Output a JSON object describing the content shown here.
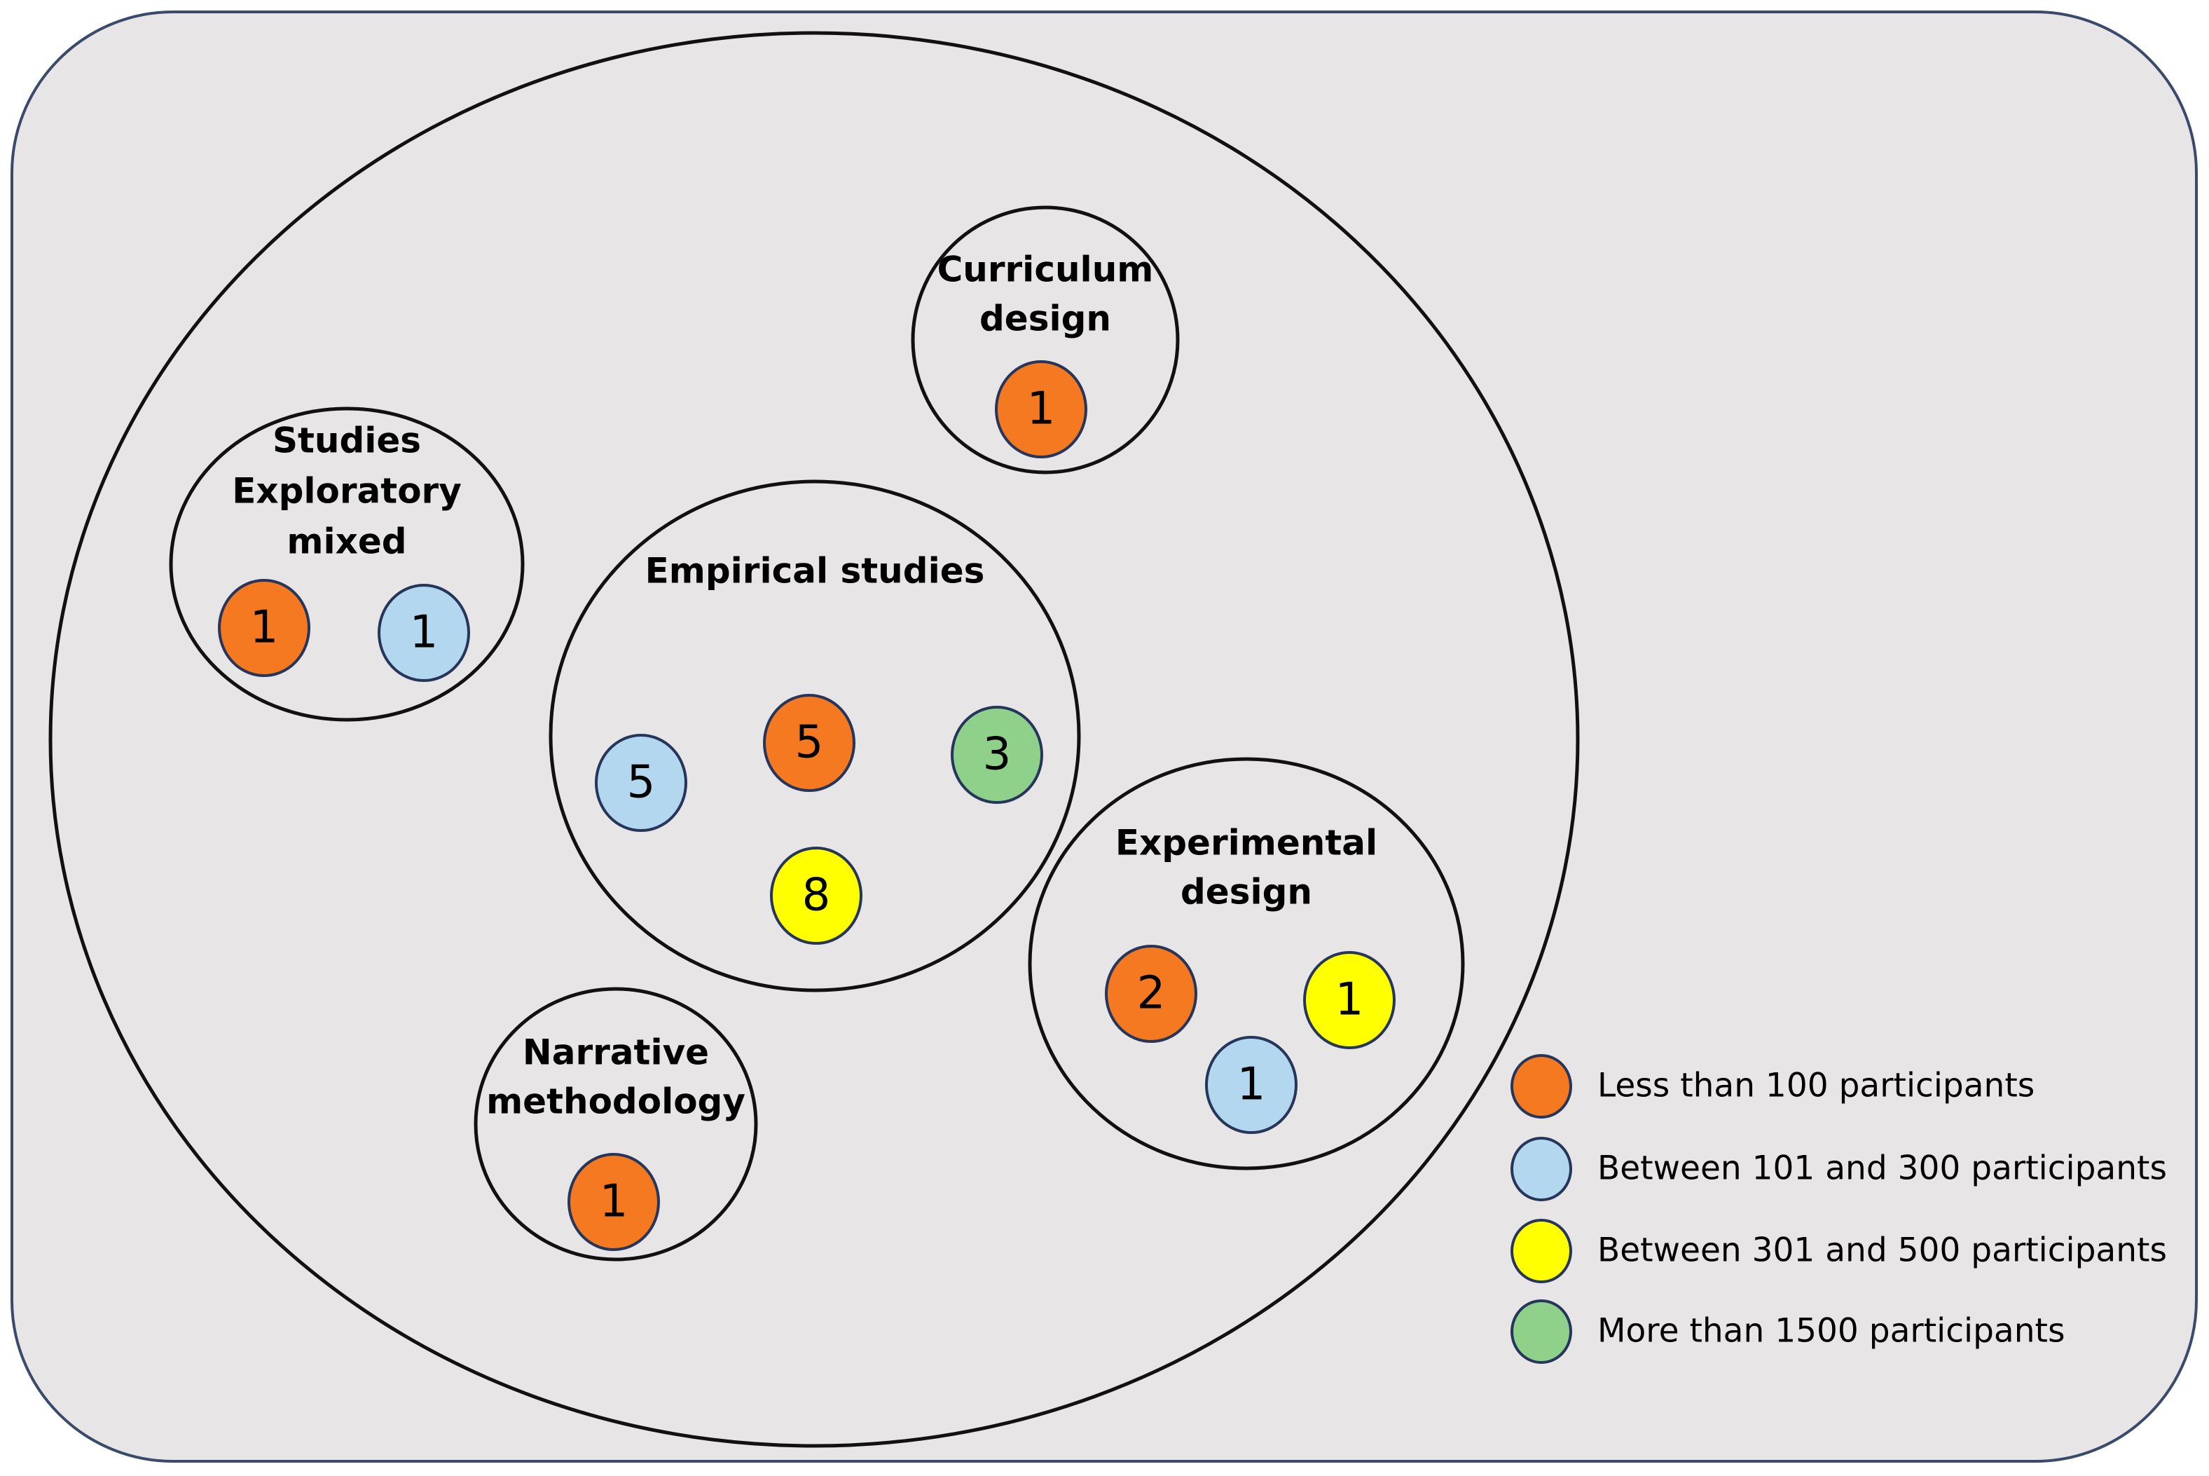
{
  "colors": {
    "background": "#e8e5e6",
    "border": "#3a4a6b",
    "less_than_100": "#f47920",
    "between_101_300": "#b3d7ee",
    "between_301_500": "#ffff00",
    "more_than_1500": "#8fd18a"
  },
  "groups": [
    {
      "key": "curriculum",
      "title": [
        "Curriculum",
        "design"
      ],
      "counts": [
        {
          "value": "1",
          "category": "less_than_100"
        }
      ]
    },
    {
      "key": "exploratory",
      "title": [
        "Studies",
        "Exploratory",
        "mixed"
      ],
      "counts": [
        {
          "value": "1",
          "category": "less_than_100"
        },
        {
          "value": "1",
          "category": "between_101_300"
        }
      ]
    },
    {
      "key": "empirical",
      "title": [
        "Empirical studies"
      ],
      "counts": [
        {
          "value": "5",
          "category": "between_101_300"
        },
        {
          "value": "5",
          "category": "less_than_100"
        },
        {
          "value": "3",
          "category": "more_than_1500"
        },
        {
          "value": "8",
          "category": "between_301_500"
        }
      ]
    },
    {
      "key": "experimental",
      "title": [
        "Experimental",
        "design"
      ],
      "counts": [
        {
          "value": "2",
          "category": "less_than_100"
        },
        {
          "value": "1",
          "category": "between_301_500"
        },
        {
          "value": "1",
          "category": "between_101_300"
        }
      ]
    },
    {
      "key": "narrative",
      "title": [
        "Narrative",
        "methodology"
      ],
      "counts": [
        {
          "value": "1",
          "category": "less_than_100"
        }
      ]
    }
  ],
  "legend": [
    {
      "category": "less_than_100",
      "label": "Less than 100 participants"
    },
    {
      "category": "between_101_300",
      "label": "Between 101 and 300 participants"
    },
    {
      "category": "between_301_500",
      "label": "Between 301 and 500 participants"
    },
    {
      "category": "more_than_1500",
      "label": "More than 1500 participants"
    }
  ]
}
